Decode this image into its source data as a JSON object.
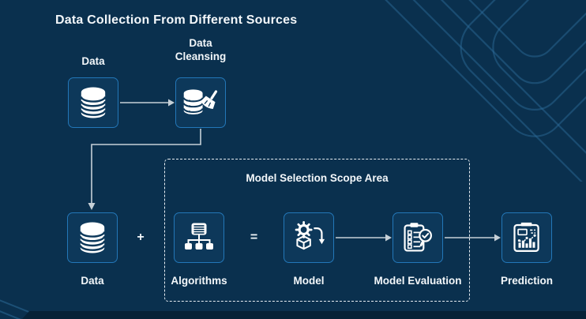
{
  "title": "Data Collection From Different Sources",
  "scope": {
    "label": "Model Selection Scope Area"
  },
  "operators": {
    "plus": "+",
    "equals": "="
  },
  "nodes": [
    {
      "id": "data-source",
      "label": "Data",
      "icon": "database-icon"
    },
    {
      "id": "data-cleansing",
      "label": "Data Cleansing",
      "icon": "database-broom-icon"
    },
    {
      "id": "data-result",
      "label": "Data",
      "icon": "database-icon"
    },
    {
      "id": "algorithms",
      "label": "Algorithms",
      "icon": "hierarchy-icon"
    },
    {
      "id": "model",
      "label": "Model",
      "icon": "gear-cube-arrow-icon"
    },
    {
      "id": "model-evaluation",
      "label": "Model Evaluation",
      "icon": "checklist-magnifier-icon"
    },
    {
      "id": "prediction",
      "label": "Prediction",
      "icon": "report-chart-icon"
    }
  ],
  "colors": {
    "background": "#0a304e",
    "box_fill": "#0d385a",
    "box_border": "#2377b8",
    "arrow": "#c6d0d7",
    "text": "#f3f7fa",
    "dashed_border": "#e8eef3",
    "decor_line": "#2e6f9e",
    "footer_strip": "#062237"
  }
}
